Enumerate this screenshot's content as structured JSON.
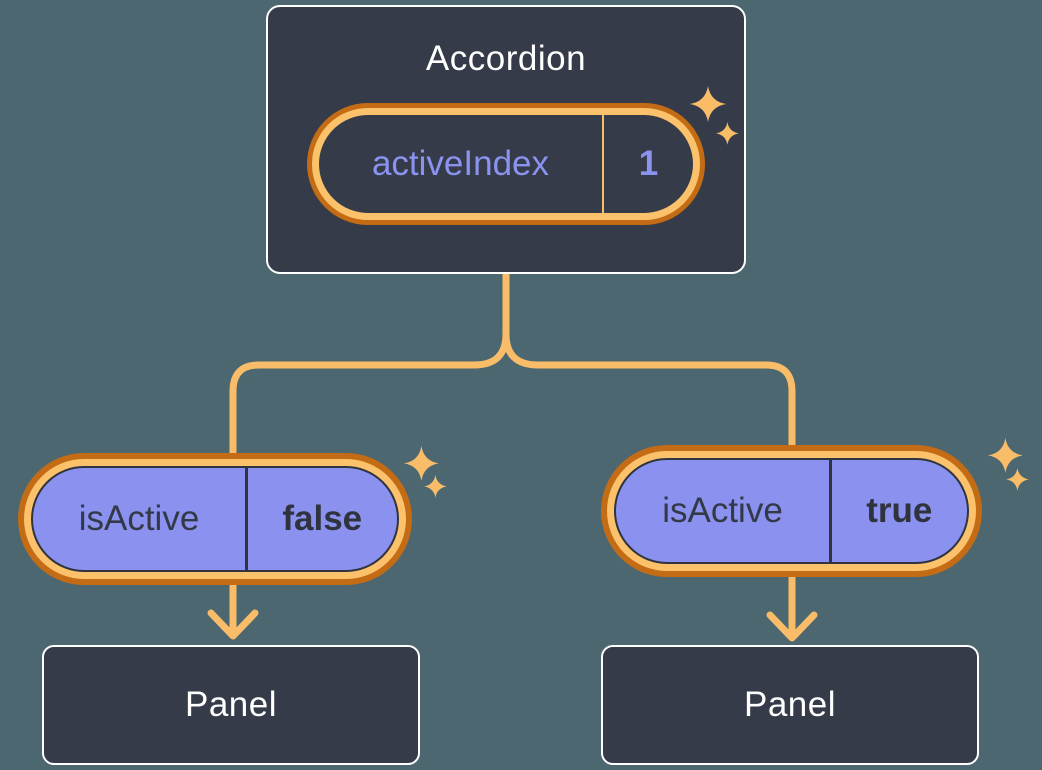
{
  "accordion": {
    "title": "Accordion",
    "state": {
      "name": "activeIndex",
      "value": "1"
    }
  },
  "children": [
    {
      "prop_name": "isActive",
      "prop_value": "false",
      "panel_label": "Panel"
    },
    {
      "prop_name": "isActive",
      "prop_value": "true",
      "panel_label": "Panel"
    }
  ],
  "colors": {
    "background": "#4C6770",
    "node_fill": "#353B48",
    "node_border": "#FFFFFF",
    "pill_fill": "#8A91EF",
    "pill_outline": "#30343E",
    "ring_light_orange": "#FBC16B",
    "ring_dark_orange": "#C46C15",
    "connector_orange": "#F9BD69",
    "state_text_purple": "#8B93F0",
    "prop_text_dark": "#343947",
    "label_text_white": "#FFFFFF"
  }
}
